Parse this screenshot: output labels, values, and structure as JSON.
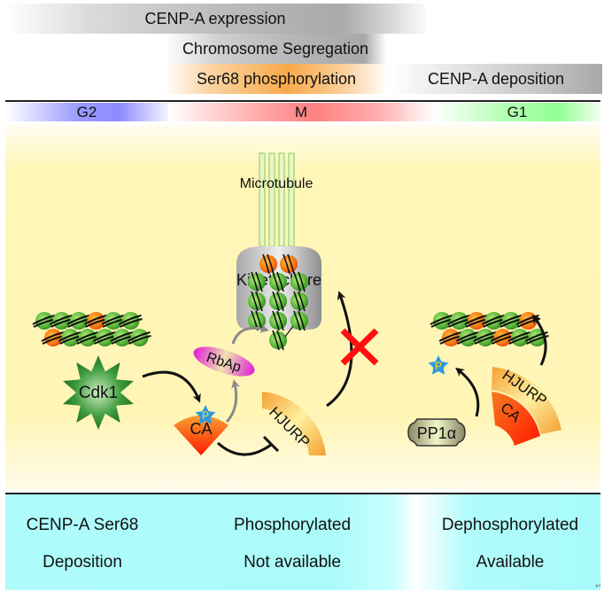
{
  "timeline_bars": {
    "cenp_a_expression": "CENP-A expression",
    "chromosome_segregation": "Chromosome Segregation",
    "ser68_phosphorylation": "Ser68 phosphorylation",
    "cenp_a_deposition": "CENP-A deposition"
  },
  "phases": [
    "G2",
    "M",
    "G1"
  ],
  "diagram": {
    "microtubule_label": "Microtubule",
    "kinetochore_label": "Kinetochore",
    "kinase_label": "Cdk1",
    "chaperone_label": "RbAp",
    "phospho_label": "P",
    "cenp_a_label": "CA",
    "hjurp_label": "HJURP",
    "phosphatase_label": "PP1α",
    "left_chromatin": {
      "row1": [
        "green",
        "green",
        "green",
        "orange",
        "green",
        "green"
      ],
      "row2": [
        "orange",
        "green",
        "green",
        "green",
        "green",
        "green"
      ]
    },
    "right_chromatin": {
      "row1": [
        "green",
        "green",
        "orange",
        "green",
        "green",
        "orange"
      ],
      "row2": [
        "orange",
        "green",
        "green",
        "orange",
        "green",
        "green"
      ]
    },
    "colors": {
      "nucleosome_green": "#3c9a2a",
      "cenp_a_orange": "#f05a10",
      "block_red": "#ff1010",
      "phospho_blue": "#1e90e0"
    }
  },
  "status_table": {
    "rows": [
      [
        "CENP-A Ser68",
        "Phosphorylated",
        "Dephosphorylated"
      ],
      [
        "Deposition",
        "Not available",
        "Available"
      ]
    ]
  },
  "corner_mark": "↵"
}
